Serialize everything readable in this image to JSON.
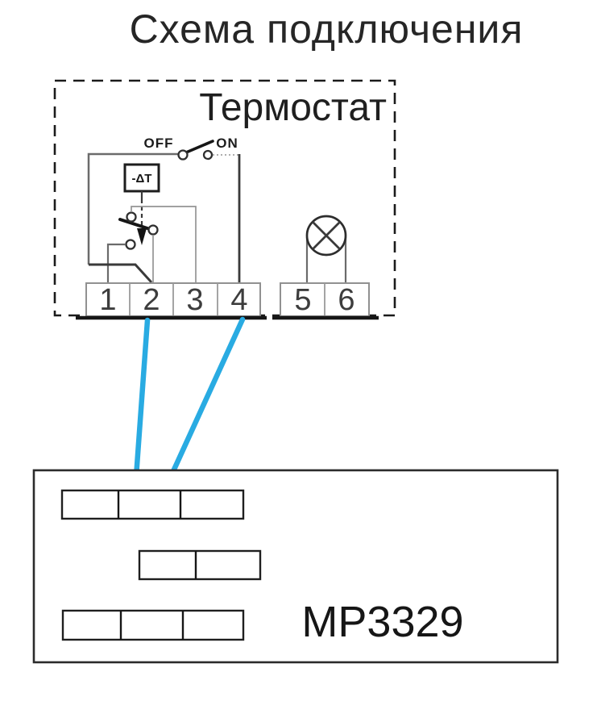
{
  "title": "Схема подключения",
  "thermostat": {
    "label": "Термостат",
    "power_switch": {
      "off": "OFF",
      "on": "ON"
    },
    "sensor": "-ΔT",
    "terminals": [
      "1",
      "2",
      "3",
      "4"
    ],
    "lamp_terminals": [
      "5",
      "6"
    ]
  },
  "controller": {
    "model": "MP3329"
  },
  "colors": {
    "wire_blue": "#29ABE2"
  }
}
